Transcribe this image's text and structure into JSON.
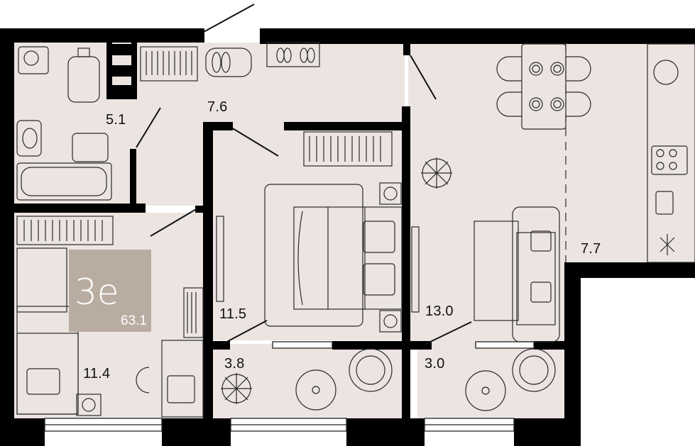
{
  "plan": {
    "badge": {
      "type": "3е",
      "area": "63.1"
    },
    "rooms": [
      {
        "id": "bathroom",
        "area": "5.1"
      },
      {
        "id": "hall",
        "area": "7.6"
      },
      {
        "id": "bedroom-left",
        "area": "11.4"
      },
      {
        "id": "bedroom-center",
        "area": "11.5"
      },
      {
        "id": "living-kitchen",
        "area": "13.0"
      },
      {
        "id": "kitchen",
        "area": "7.7"
      },
      {
        "id": "balcony-left",
        "area": "3.8"
      },
      {
        "id": "balcony-right",
        "area": "3.0"
      }
    ],
    "colors": {
      "floor": "#ebe4e1",
      "wall": "#000000",
      "badge": "#b9aca1",
      "line": "#2a2a2a"
    }
  }
}
